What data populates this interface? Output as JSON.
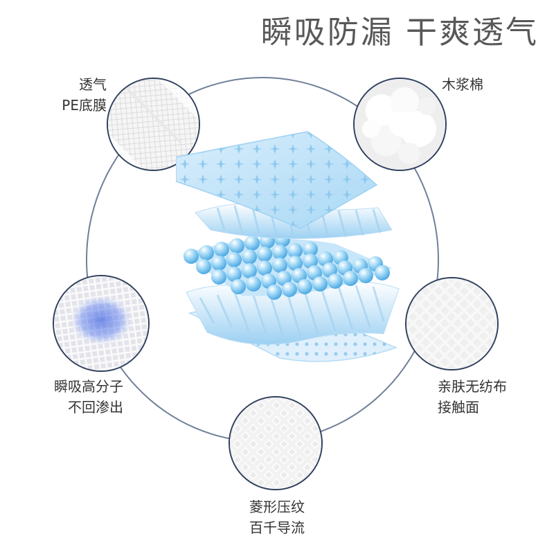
{
  "title": "瞬吸防漏 干爽透气",
  "features": {
    "pe_film": {
      "line1": "透气",
      "line2": "PE底膜"
    },
    "wood_pulp": {
      "line1": "木浆棉"
    },
    "polymer": {
      "line1": "瞬吸高分子",
      "line2": "不回渗出"
    },
    "nonwoven": {
      "line1": "亲肤无纺布",
      "line2": "接触面"
    },
    "diamond": {
      "line1": "菱形压纹",
      "line2": "百千导流"
    }
  },
  "colors": {
    "ring": "#6f7f98",
    "circle_border": "#2f3f5c",
    "layer_blue": "#bfe3fa",
    "bead_blue": "#7fc6f0",
    "absorb_blue": "#4a6ee6"
  }
}
